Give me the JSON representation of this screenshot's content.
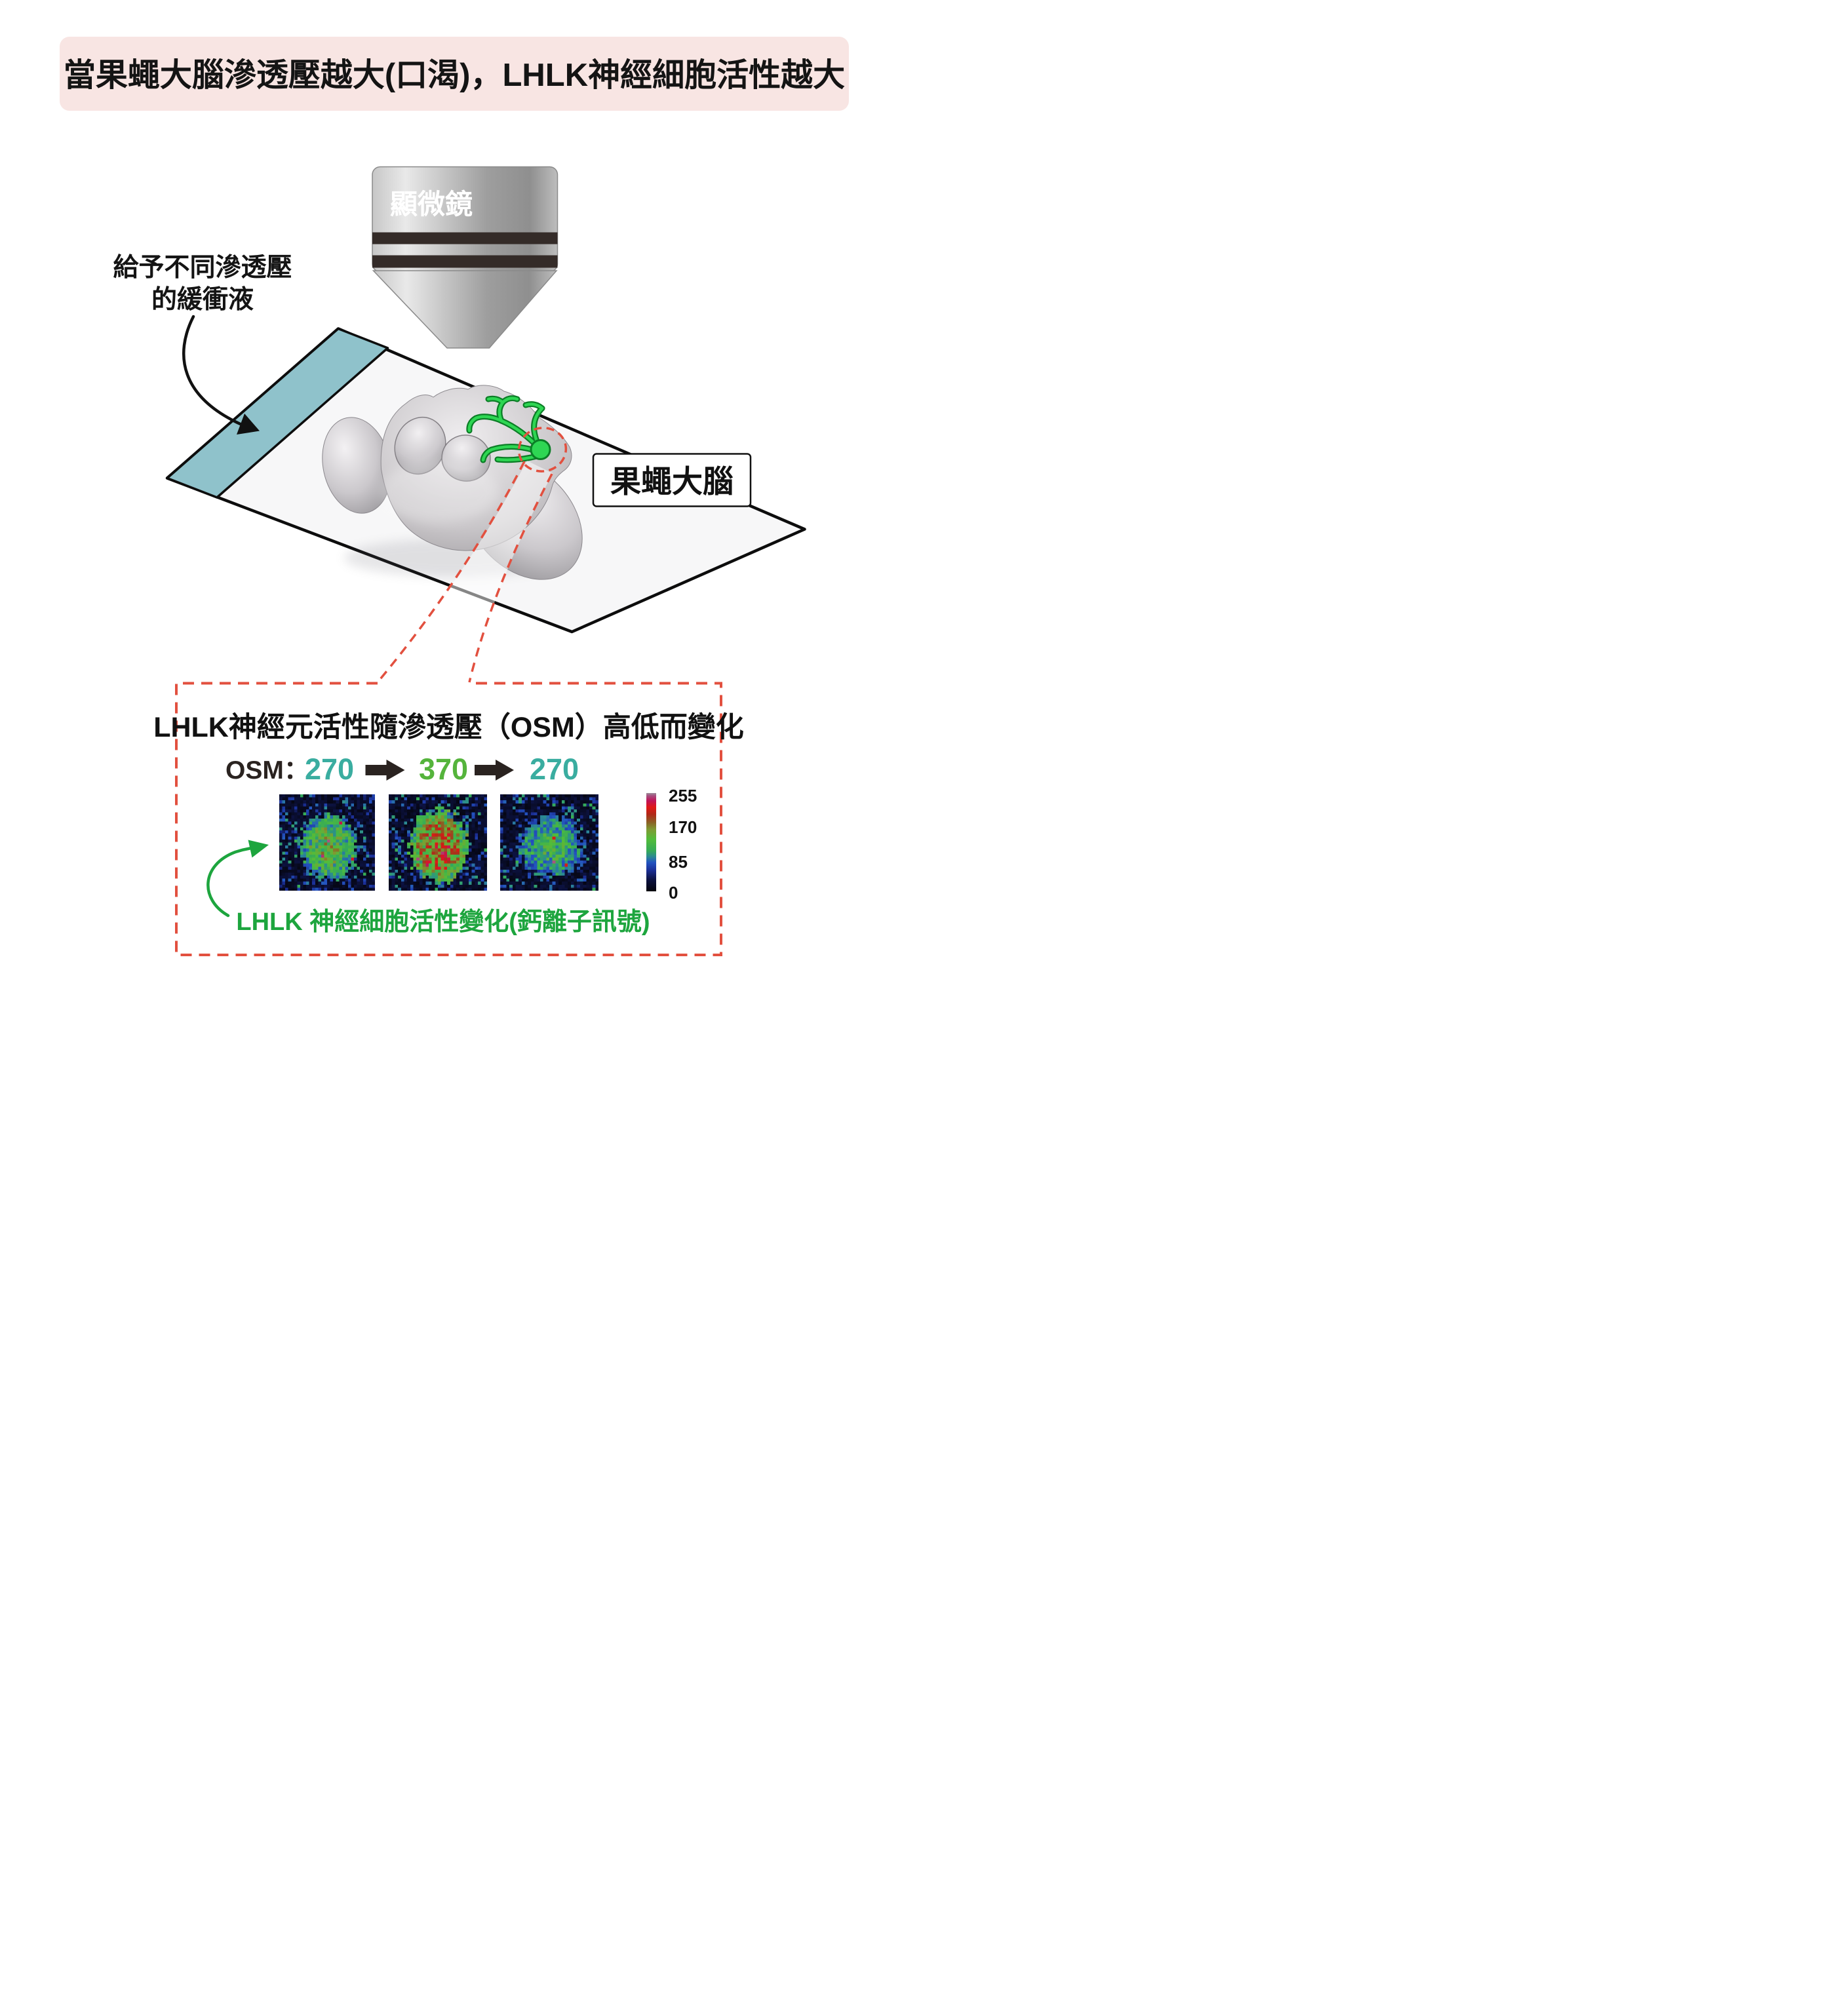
{
  "banner": {
    "title": "當果蠅大腦滲透壓越大(口渴)，LHLK神經細胞活性越大",
    "bg": "#f8e5e3"
  },
  "microscope": {
    "label": "顯微鏡",
    "band_color": "#342b28"
  },
  "buffer_annotation": {
    "line1": "給予不同滲透壓",
    "line2": "的緩衝液"
  },
  "slide": {
    "glass_fill": "#f7f7f8",
    "buffer_strip_color": "#8fc2cb"
  },
  "brain": {
    "label": "果蠅大腦",
    "neuron_color": "#2ed653",
    "neuron_outline": "#0b7e26"
  },
  "zoom_callout": {
    "dash_color": "#e2503f"
  },
  "panel": {
    "title": "LHLK神經元活性隨滲透壓（OSM）高低而變化",
    "osm": {
      "label": "OSM：",
      "values": [
        "270",
        "370",
        "270"
      ],
      "value_colors": [
        "#3aada0",
        "#55b43c",
        "#3aada0"
      ],
      "arrow_color": "#2a2320"
    },
    "caption": "LHLK 神經細胞活性變化(鈣離子訊號)",
    "caption_color": "#1da53e",
    "heatmaps": [
      {
        "osm": "270",
        "seed": 3,
        "peak": 130,
        "rx": 9.5,
        "ry": 11,
        "red_prob": 0.012
      },
      {
        "osm": "370",
        "seed": 11,
        "peak": 185,
        "rx": 9.5,
        "ry": 12,
        "red_prob": 0.02
      },
      {
        "osm": "270",
        "seed": 23,
        "peak": 105,
        "rx": 10,
        "ry": 10,
        "red_prob": 0.008
      }
    ],
    "colorbar": {
      "ticks": [
        "255",
        "170",
        "85",
        "0"
      ],
      "lut": [
        [
          0,
          "#04040c"
        ],
        [
          30,
          "#0c1240"
        ],
        [
          55,
          "#1b2f96"
        ],
        [
          75,
          "#2353c0"
        ],
        [
          90,
          "#2b8a92"
        ],
        [
          105,
          "#35aa58"
        ],
        [
          135,
          "#52bc3a"
        ],
        [
          160,
          "#7e9c33"
        ],
        [
          178,
          "#8a6426"
        ],
        [
          200,
          "#b02818"
        ],
        [
          218,
          "#e01816"
        ],
        [
          235,
          "#c01458"
        ],
        [
          248,
          "#a65080"
        ],
        [
          255,
          "#9c8e99"
        ]
      ]
    }
  }
}
